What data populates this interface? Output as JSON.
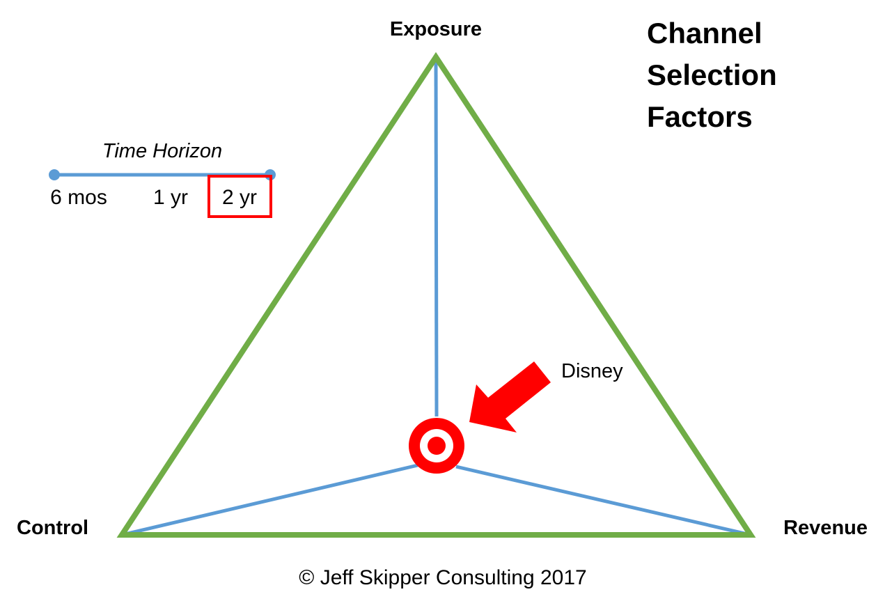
{
  "title_lines": [
    "Channel",
    "Selection",
    "Factors"
  ],
  "vertices": {
    "top": "Exposure",
    "left": "Control",
    "right": "Revenue"
  },
  "time_horizon": {
    "title": "Time Horizon",
    "ticks": [
      "6 mos",
      "1 yr",
      "2 yr"
    ],
    "selected": "2 yr"
  },
  "target": {
    "label": "Disney"
  },
  "footer": {
    "copyright": "© Jeff Skipper Consulting 2017"
  },
  "colors": {
    "triangle": "#70AD47",
    "spokes": "#5B9BD5",
    "accent": "#FF0000",
    "text": "#000000"
  },
  "icons": {
    "target": "bullseye-icon",
    "pointer": "arrow-icon"
  }
}
